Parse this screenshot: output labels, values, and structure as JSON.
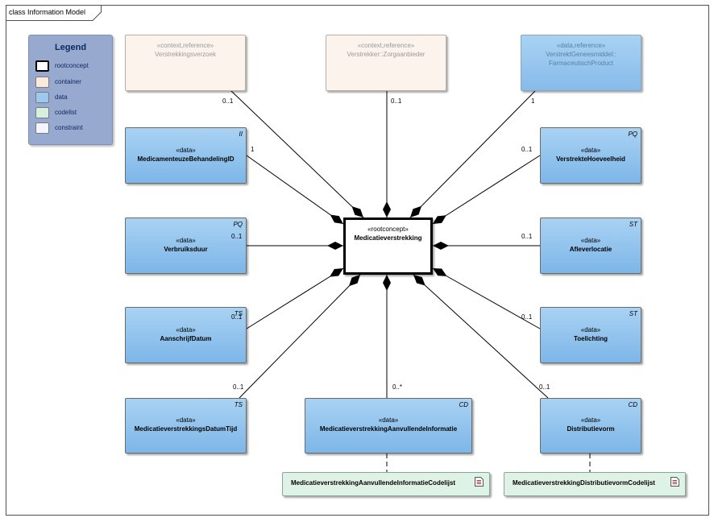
{
  "frame": {
    "title": "class Information Model"
  },
  "legend": {
    "title": "Legend",
    "items": [
      {
        "label": "rootconcept",
        "color": "#ffffff",
        "border": "#000000"
      },
      {
        "label": "container",
        "color": "#fbe9dc",
        "border": "#8a7d74"
      },
      {
        "label": "data",
        "color": "#9ccaef",
        "border": "#5f7f9c"
      },
      {
        "label": "codelist",
        "color": "#d6f0de",
        "border": "#6f9a7d"
      },
      {
        "label": "constraint",
        "color": "#f4f4fb",
        "border": "#8a8aa0"
      }
    ]
  },
  "root": {
    "stereotype": "«rootconcept»",
    "name": "Medicatieverstrekking"
  },
  "classes": {
    "verstrekkingsverzoek": {
      "stereotype": "«context,reference»",
      "name": "Verstrekkingsverzoek",
      "multiplicity": "0..1"
    },
    "verstrekker": {
      "stereotype": "«context,reference»",
      "name": "Verstrekker::Zorgaanbieder",
      "multiplicity": "0..1"
    },
    "geneesmiddel": {
      "stereotype": "«data,reference»",
      "name_line1": "VerstrektGeneesmiddel::",
      "name_line2": "FarmaceutischProduct",
      "multiplicity": "1"
    },
    "behandeling": {
      "stereotype": "«data»",
      "name": "MedicamenteuzeBehandelingID",
      "type": "II",
      "multiplicity": "1"
    },
    "hoeveelheid": {
      "stereotype": "«data»",
      "name": "VerstrekteHoeveelheid",
      "type": "PQ",
      "multiplicity": "0..1"
    },
    "verbruiksduur": {
      "stereotype": "«data»",
      "name": "Verbruiksduur",
      "type": "PQ",
      "multiplicity": "0..1"
    },
    "afleverlocatie": {
      "stereotype": "«data»",
      "name": "Afleverlocatie",
      "type": "ST",
      "multiplicity": "0..1"
    },
    "aanschrijfdatum": {
      "stereotype": "«data»",
      "name": "AanschrijfDatum",
      "type": "TS",
      "multiplicity": "0..1"
    },
    "toelichting": {
      "stereotype": "«data»",
      "name": "Toelichting",
      "type": "ST",
      "multiplicity": "0..1"
    },
    "datumtijd": {
      "stereotype": "«data»",
      "name": "MedicatieverstrekkingsDatumTijd",
      "type": "TS",
      "multiplicity": "0..1"
    },
    "aanvullende": {
      "stereotype": "«data»",
      "name": "MedicatieverstrekkingAanvullendeInformatie",
      "type": "CD",
      "multiplicity": "0..*"
    },
    "distributievorm": {
      "stereotype": "«data»",
      "name": "Distributievorm",
      "type": "CD",
      "multiplicity": "0..1"
    }
  },
  "codelists": {
    "aanvullende": {
      "name": "MedicatieverstrekkingAanvullendeInformatieCodelijst"
    },
    "distributievorm": {
      "name": "MedicatieverstrekkingDistributievormCodelijst"
    }
  }
}
